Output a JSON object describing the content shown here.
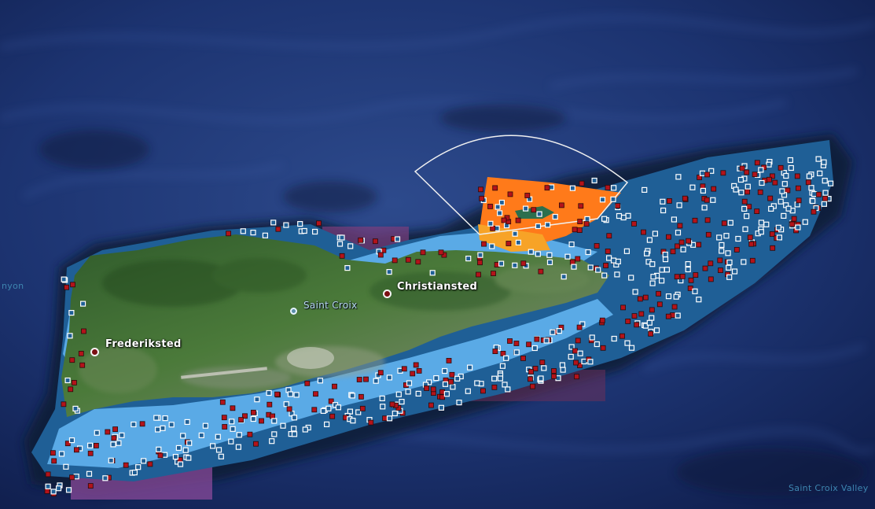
{
  "map": {
    "labels": {
      "christiansted": "Christiansted",
      "frederiksted": "Frederiksted",
      "saint_croix": "Saint Croix",
      "saint_croix_valley": "Saint Croix Valley",
      "canyon_fragment": "nyon"
    },
    "colors": {
      "deep_ocean": "#1b2f6b",
      "shelf_dark_blue": "#1f5f96",
      "shelf_light_blue": "#5aaae6",
      "focus_zone_orange": "#ff7a1a",
      "focus_zone_yellow": "#f7a327",
      "land_green": "#3f6b34",
      "sample_marker_red": "#b3131a",
      "sample_marker_white": "#ffffff",
      "survey_arc_outline": "#f0f0f0"
    }
  }
}
